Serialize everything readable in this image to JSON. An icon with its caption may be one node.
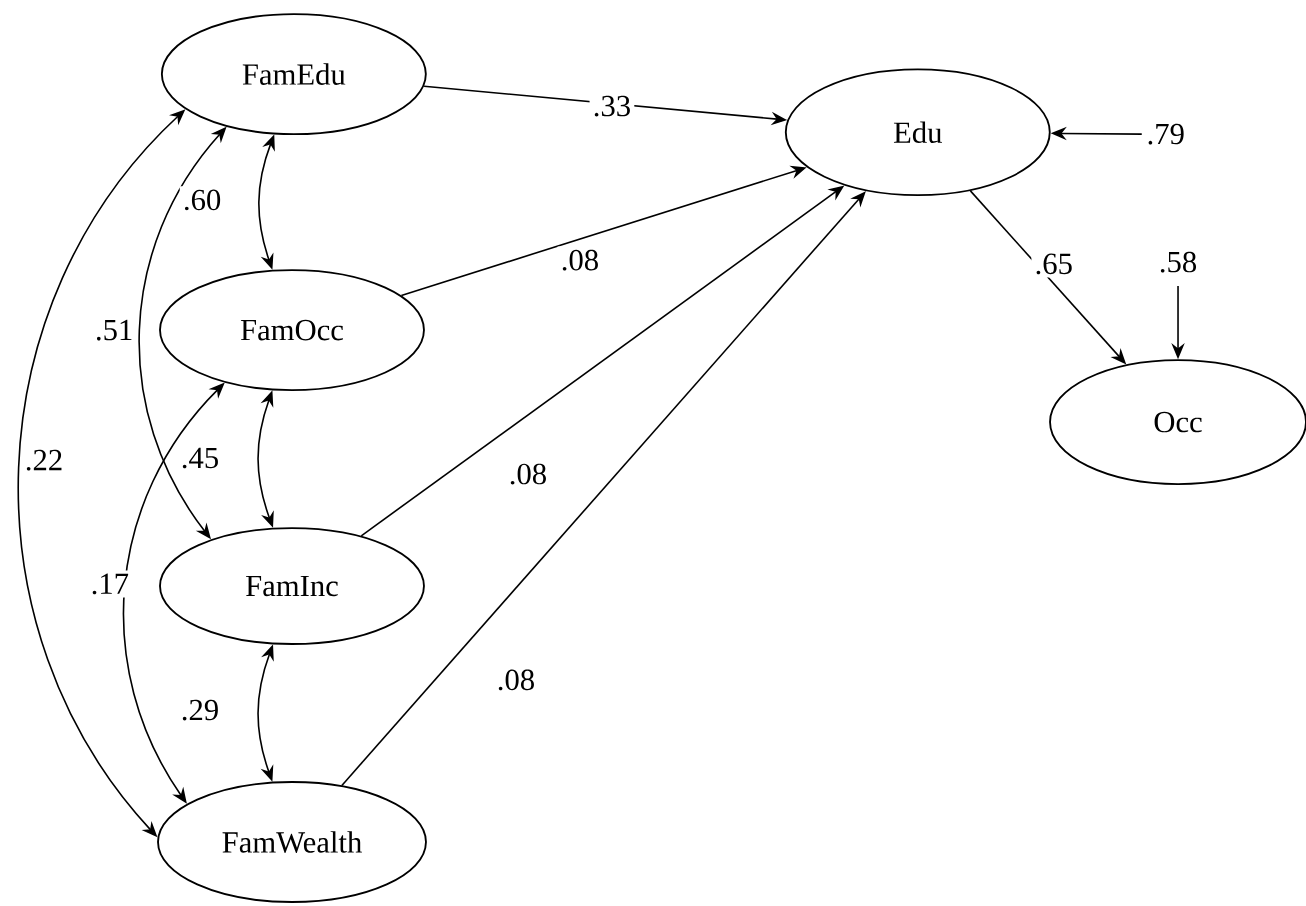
{
  "diagram": {
    "nodes": [
      {
        "text": [
          "FamEdu"
        ]
      },
      {
        "text": [
          "FamOcc"
        ]
      },
      {
        "text": [
          "FamInc"
        ]
      },
      {
        "text": [
          "FamWealth"
        ]
      },
      {
        "text": [
          "Edu"
        ]
      },
      {
        "text": [
          "Occ"
        ]
      }
    ],
    "edges": [
      {
        "from": 0,
        "to": 4,
        "arrow": "to",
        "label": ".33"
      },
      {
        "from": 1,
        "to": 4,
        "arrow": "to",
        "label": ".08"
      },
      {
        "from": 2,
        "to": 4,
        "arrow": "to",
        "label": ".08"
      },
      {
        "from": 3,
        "to": 4,
        "arrow": "to",
        "label": ".08"
      },
      {
        "from": 4,
        "to": 5,
        "arrow": "to",
        "label": ".65"
      },
      {
        "from": null,
        "to": 4,
        "arrow": "to",
        "label": ".79"
      },
      {
        "from": null,
        "to": 5,
        "arrow": "to",
        "label": ".58"
      },
      {
        "from": 0,
        "to": 1,
        "arrow": "both",
        "label": ".60"
      },
      {
        "from": 0,
        "to": 2,
        "arrow": "both",
        "label": ".51"
      },
      {
        "from": 0,
        "to": 3,
        "arrow": "both",
        "label": ".22"
      },
      {
        "from": 1,
        "to": 2,
        "arrow": "both",
        "label": ".45"
      },
      {
        "from": 1,
        "to": 3,
        "arrow": "both",
        "label": ".17"
      },
      {
        "from": 2,
        "to": 3,
        "arrow": "both",
        "label": ".29"
      }
    ]
  }
}
